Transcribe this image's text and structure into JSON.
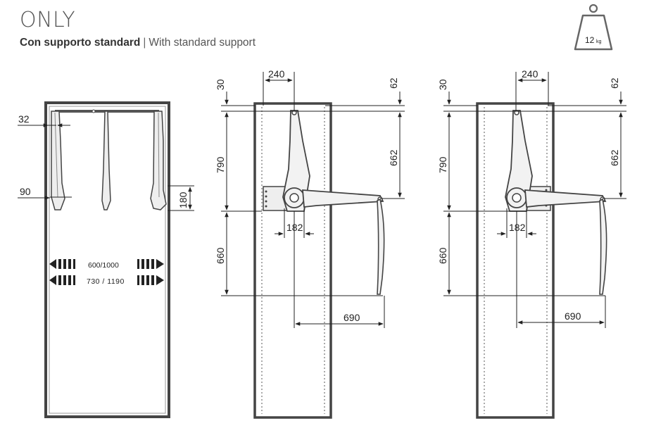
{
  "title": "ONLY",
  "subtitle_it": "Con supporto standard",
  "subtitle_sep": "|",
  "subtitle_en": "With standard support",
  "weight_badge": {
    "value": "12",
    "unit": "kg",
    "icon": "weight-icon"
  },
  "left_view": {
    "dim_32": "32",
    "dim_90": "90",
    "dim_180": "180",
    "width_range_1": "600/1000",
    "width_range_2": "730 / 1190"
  },
  "side_view_1": {
    "dim_240": "240",
    "dim_30": "30",
    "dim_62": "62",
    "dim_790": "790",
    "dim_662": "662",
    "dim_182": "182",
    "dim_660": "660",
    "dim_690": "690"
  },
  "side_view_2": {
    "dim_240": "240",
    "dim_30": "30",
    "dim_62": "62",
    "dim_790": "790",
    "dim_662": "662",
    "dim_182": "182",
    "dim_660": "660",
    "dim_690": "690"
  }
}
